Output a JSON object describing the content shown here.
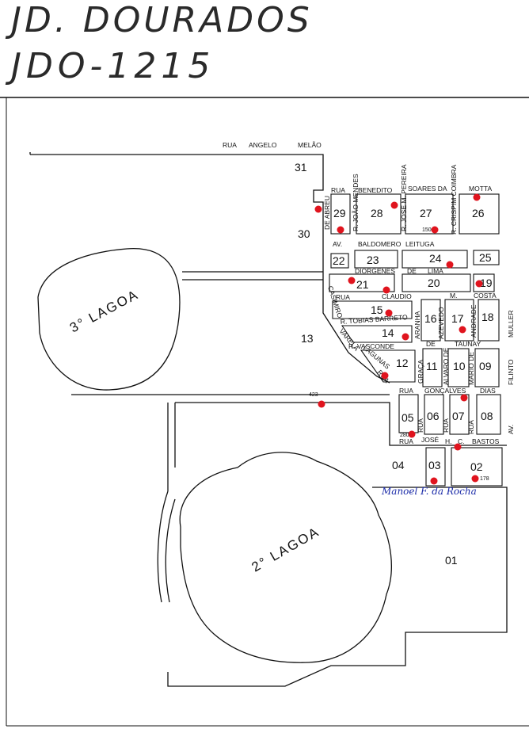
{
  "header": {
    "title": "JD. DOURADOS",
    "code": "JDO-1215"
  },
  "colors": {
    "line": "#111111",
    "marker": "#e0141e",
    "handwriting": "#1a2aa8"
  },
  "lakes": {
    "third": "3° LAGOA",
    "second": "2° LAGOA"
  },
  "streets": {
    "rua_top": "RUA",
    "angelo": "ANGELO",
    "melao": "MELÃO",
    "rua_benedito": "RUA",
    "benedito": "BENEDITO",
    "soares_da": "SOARES DA",
    "motta": "MOTTA",
    "joao_mendes": "R. JOÃO MENDES",
    "jose_m_pereira": "R. JOSÉ M. PEREIRA",
    "crispim_coimbra": "R. CRISPIM COIMBRA",
    "de_abreu": "DE ABREU",
    "av_baldomero": "AV.",
    "baldomero": "BALDOMERO",
    "leituga": "LEITUGA",
    "diorgenes": "DIORGENES",
    "de": "DE",
    "lima": "LIMA",
    "rua_claudio": "RUA",
    "claudio": "CLAUDIO",
    "m": "M.",
    "costa": "COSTA",
    "casimiro": "CASIMIRO",
    "tobias_barreto": "R. TOBIAS BARRETO",
    "aranha": "ARANHA",
    "azevedo": "AZEVEDO",
    "andrade": "ANDRADE",
    "muller": "MULLER",
    "varela": "VARELA",
    "vasconde": "R. VASCONDE",
    "de_taunay_de": "DE",
    "taunay": "TAUNAY",
    "lagunas": "LAGUNAS",
    "rua_graca": "RUA",
    "graca": "GRAÇA",
    "alvaro_de": "ALVARO DE",
    "mario_de": "MARIO DE",
    "filinto": "FILINTO",
    "rua_goncalves": "RUA",
    "goncalves": "GONÇALVES",
    "dias": "DIAS",
    "rua_05": "RUA",
    "rua_07": "RUA",
    "rua_08": "RUA",
    "av_right": "AV.",
    "rua_jose": "RUA",
    "jose": "JOSÉ",
    "h": "H.",
    "c": "C.",
    "bastos": "BASTOS"
  },
  "blocks": {
    "b01": "01",
    "b02": "02",
    "b03": "03",
    "b04": "04",
    "b05": "05",
    "b06": "06",
    "b07": "07",
    "b08": "08",
    "b09": "09",
    "b10": "10",
    "b11": "11",
    "b12": "12",
    "b13": "13",
    "b14": "14",
    "b15": "15",
    "b16": "16",
    "b17": "17",
    "b18": "18",
    "b19": "19",
    "b20": "20",
    "b21": "21",
    "b22": "22",
    "b23": "23",
    "b24": "24",
    "b25": "25",
    "b26": "26",
    "b27": "27",
    "b28": "28",
    "b29": "29",
    "b30": "30",
    "b31": "31"
  },
  "handwritten_note": "Manoel F. da Rocha",
  "marker_labels": {
    "m423": "423",
    "m150": "150",
    "m178": "178",
    "m280": "280"
  }
}
